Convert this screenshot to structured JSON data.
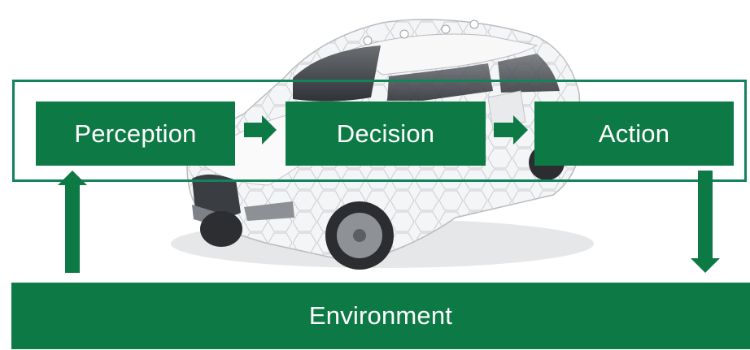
{
  "diagram": {
    "nodes": {
      "perception": "Perception",
      "decision": "Decision",
      "action": "Action",
      "environment": "Environment"
    },
    "edges": [
      {
        "from": "perception",
        "to": "decision"
      },
      {
        "from": "decision",
        "to": "action"
      },
      {
        "from": "action",
        "to": "environment"
      },
      {
        "from": "environment",
        "to": "perception"
      }
    ],
    "colors": {
      "box_fill": "#0d7a45",
      "frame_stroke": "#13835a",
      "text": "#ffffff"
    }
  }
}
